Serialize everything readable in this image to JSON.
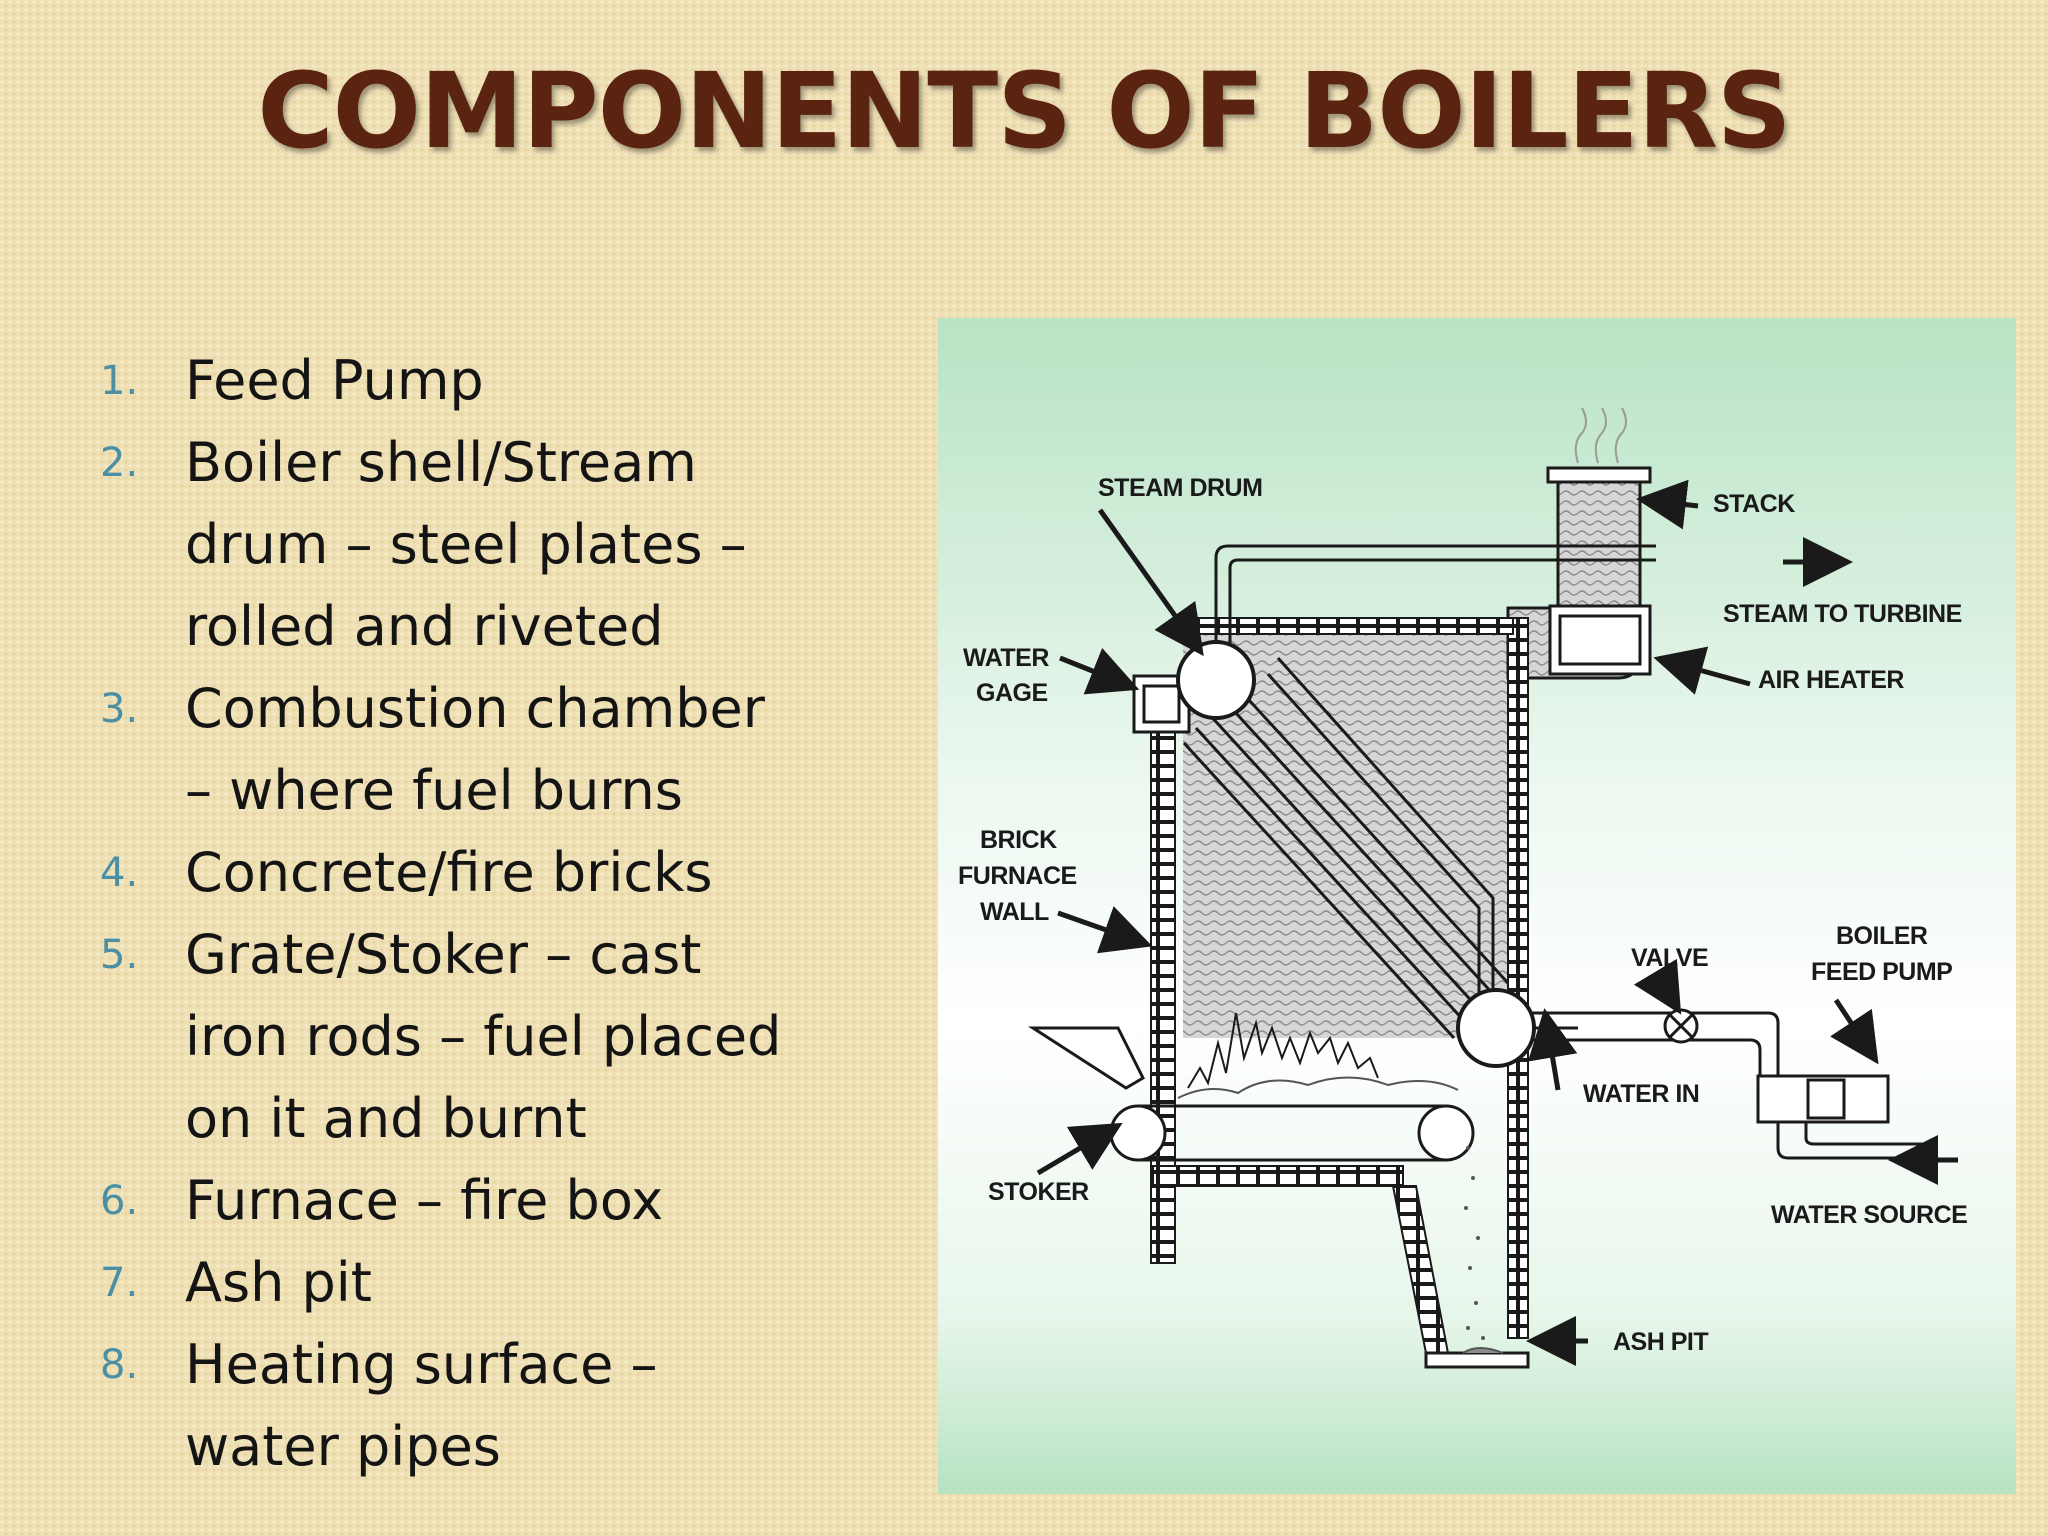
{
  "title": "COMPONENTS OF BOILERS",
  "list": [
    {
      "num": "1.",
      "text": "Feed Pump"
    },
    {
      "num": "2.",
      "text": "Boiler shell/Stream drum – steel plates – rolled and riveted"
    },
    {
      "num": "3.",
      "text": "Combustion chamber –  where fuel burns"
    },
    {
      "num": "4.",
      "text": "Concrete/fire bricks"
    },
    {
      "num": "5.",
      "text": "Grate/Stoker – cast iron rods – fuel placed on it and burnt"
    },
    {
      "num": "6.",
      "text": "Furnace – fire box"
    },
    {
      "num": "7.",
      "text": "Ash pit"
    },
    {
      "num": "8.",
      "text": "Heating surface – water pipes"
    }
  ],
  "diagram": {
    "labels": {
      "steam_drum": "STEAM DRUM",
      "stack": "STACK",
      "steam_to_turbine": "STEAM TO TURBINE",
      "water_gage_1": "WATER",
      "water_gage_2": "GAGE",
      "air_heater": "AIR HEATER",
      "brick_1": "BRICK",
      "brick_2": "FURNACE",
      "brick_3": "WALL",
      "valve": "VALVE",
      "boiler_feed_1": "BOILER",
      "boiler_feed_2": "FEED PUMP",
      "water_in": "WATER IN",
      "stoker": "STOKER",
      "water_source": "WATER SOURCE",
      "ash_pit": "ASH PIT"
    }
  },
  "colors": {
    "title": "#5a2410",
    "number": "#4a8fa3",
    "text": "#141414"
  }
}
